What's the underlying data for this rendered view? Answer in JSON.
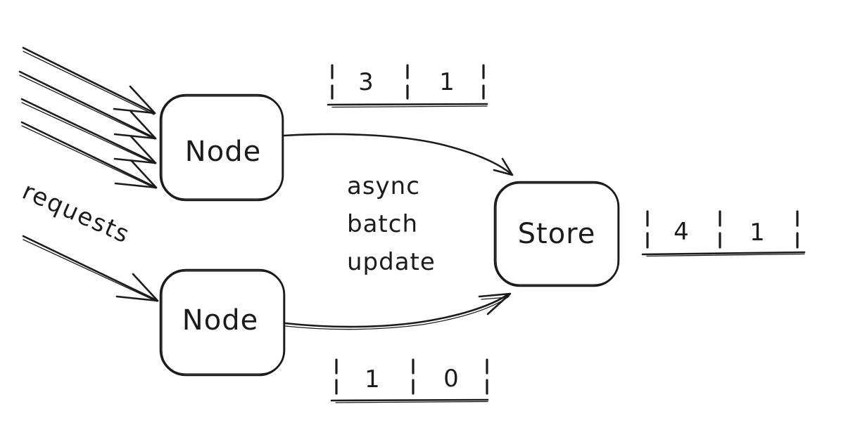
{
  "diagram": {
    "background_color": "#ffffff",
    "stroke_color": "#1b1b1b",
    "requests_label": "requests",
    "edge_note": {
      "lines": [
        "async",
        "batch",
        "update"
      ]
    },
    "nodes": {
      "top": {
        "label": "Node"
      },
      "bottom": {
        "label": "Node"
      },
      "store": {
        "label": "Store"
      }
    },
    "queues": {
      "top": {
        "cells": [
          "3",
          "1"
        ]
      },
      "store": {
        "cells": [
          "4",
          "1"
        ]
      },
      "bottom": {
        "cells": [
          "1",
          "0"
        ]
      }
    }
  }
}
